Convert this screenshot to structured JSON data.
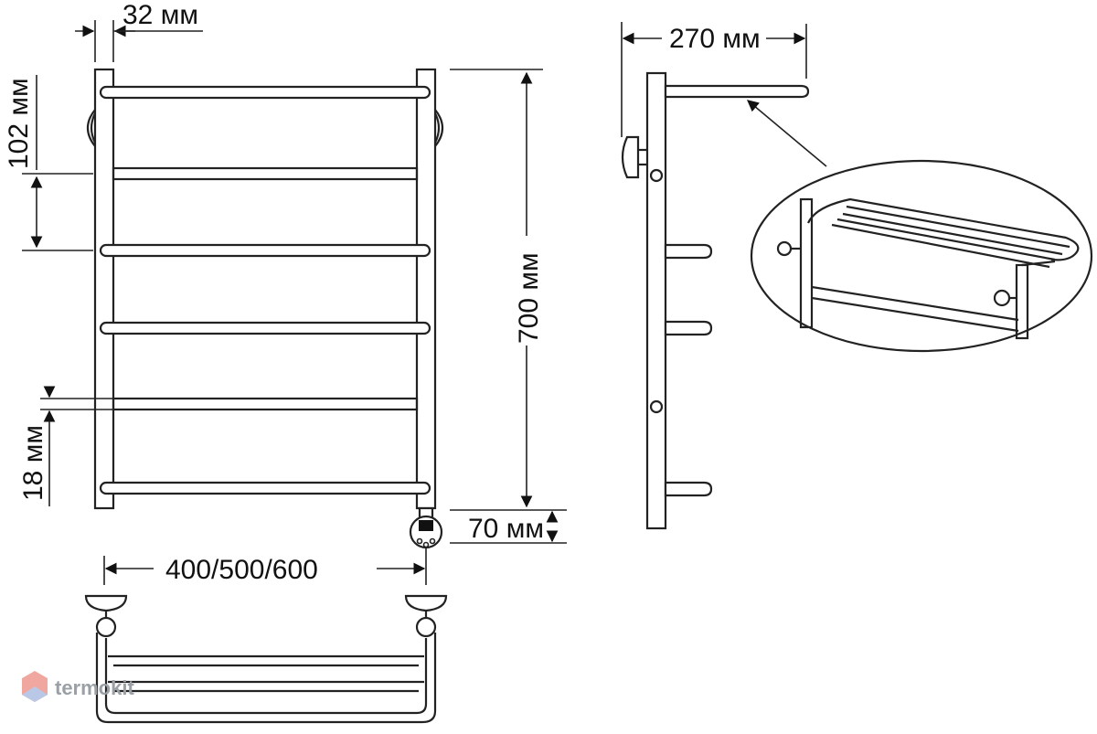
{
  "dimensions": {
    "post_width": "32 мм",
    "top_gap": "102 мм",
    "bar_thickness": "18 мм",
    "height": "700 мм",
    "bottom_offset": "70 мм",
    "width_options": "400/500/600",
    "depth": "270 мм"
  },
  "brand": {
    "name": "termokit"
  }
}
